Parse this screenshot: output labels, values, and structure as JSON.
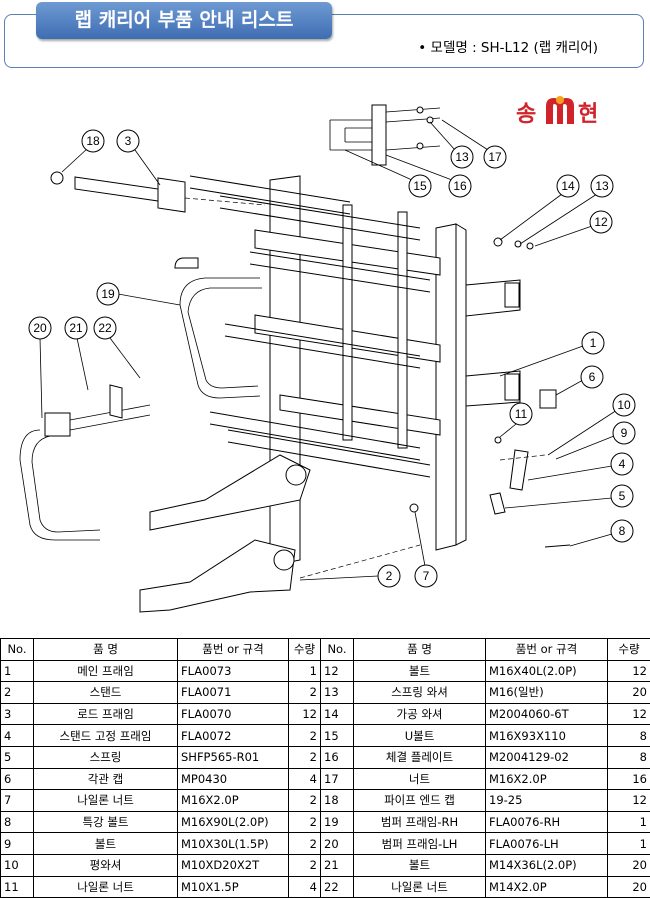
{
  "header": {
    "title": "랩 캐리어 부품 안내 리스트",
    "model_line": "• 모델명 : SH-L12 (랩 캐리어)"
  },
  "logo": {
    "text": "송현",
    "colors": [
      "#d1232a",
      "#f5a11c"
    ]
  },
  "callouts": [
    "18",
    "3",
    "13",
    "17",
    "15",
    "16",
    "14",
    "13",
    "12",
    "19",
    "20",
    "21",
    "22",
    "1",
    "6",
    "11",
    "10",
    "9",
    "4",
    "5",
    "8",
    "2",
    "7"
  ],
  "table": {
    "headers": [
      "No.",
      "품   명",
      "품번 or 규격",
      "수량",
      "No.",
      "품   명",
      "품번 or 규격",
      "수량"
    ],
    "rows": [
      [
        [
          "1",
          "메인 프래임",
          "FLA0073",
          "1"
        ],
        [
          "12",
          "볼트",
          "M16X40L(2.0P)",
          "12"
        ]
      ],
      [
        [
          "2",
          "스탠드",
          "FLA0071",
          "2"
        ],
        [
          "13",
          "스프링 와셔",
          "M16(일반)",
          "20"
        ]
      ],
      [
        [
          "3",
          "로드 프래임",
          "FLA0070",
          "12"
        ],
        [
          "14",
          "가공 와셔",
          "M2004060-6T",
          "12"
        ]
      ],
      [
        [
          "4",
          "스탠드 고정 프래임",
          "FLA0072",
          "2"
        ],
        [
          "15",
          "U볼트",
          "M16X93X110",
          "8"
        ]
      ],
      [
        [
          "5",
          "스프링",
          "SHFP565-R01",
          "2"
        ],
        [
          "16",
          "체결 플레이트",
          "M2004129-02",
          "8"
        ]
      ],
      [
        [
          "6",
          "각관 캡",
          "MP0430",
          "4"
        ],
        [
          "17",
          "너트",
          "M16X2.0P",
          "16"
        ]
      ],
      [
        [
          "7",
          "나일론 너트",
          "M16X2.0P",
          "2"
        ],
        [
          "18",
          "파이프 엔드 캡",
          "19-25",
          "12"
        ]
      ],
      [
        [
          "8",
          "특강 볼트",
          "M16X90L(2.0P)",
          "2"
        ],
        [
          "19",
          "범퍼 프래임-RH",
          "FLA0076-RH",
          "1"
        ]
      ],
      [
        [
          "9",
          "볼트",
          "M10X30L(1.5P)",
          "2"
        ],
        [
          "20",
          "범퍼 프래임-LH",
          "FLA0076-LH",
          "1"
        ]
      ],
      [
        [
          "10",
          "평와셔",
          "M10XD20X2T",
          "2"
        ],
        [
          "21",
          "볼트",
          "M14X36L(2.0P)",
          "20"
        ]
      ],
      [
        [
          "11",
          "나일론 너트",
          "M10X1.5P",
          "4"
        ],
        [
          "22",
          "나일론 너트",
          "M14X2.0P",
          "20"
        ]
      ]
    ]
  }
}
